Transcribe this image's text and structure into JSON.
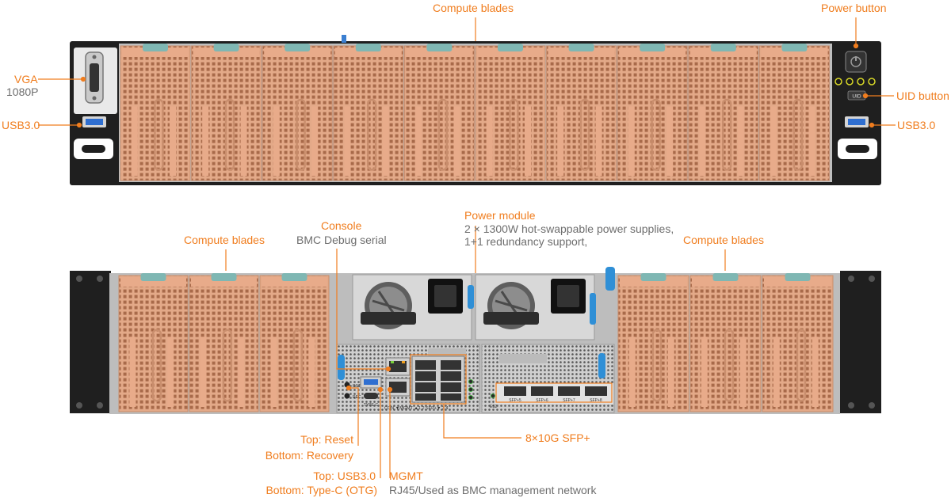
{
  "labels": {
    "front_blades": "Compute blades",
    "power_button": "Power button",
    "vga": "VGA",
    "vga_res": "1080P",
    "usb_left": "USB3.0",
    "usb_right": "USB3.0",
    "uid_button": "UID button",
    "console": "Console",
    "console_sub": "BMC Debug serial",
    "power_module": "Power module",
    "power_module_sub1": "2 × 1300W hot-swappable power supplies,",
    "power_module_sub2": "1+1 redundancy support,",
    "rear_blades_left": "Compute blades",
    "rear_blades_right": "Compute blades",
    "reset_top": "Top: Reset",
    "reset_bottom": "Bottom: Recovery",
    "sfp": "8×10G SFP+",
    "usb_top": "Top: USB3.0",
    "usb_bottom": "Bottom: Type-C (OTG)",
    "mgmt": "MGMT",
    "mgmt_sub": "RJ45/Used as BMC management network"
  },
  "panel": {
    "uid_tag": "UID",
    "rst": "RST",
    "rec": "REC",
    "type_c": "TYPE-C",
    "port_strip": "CON  ▼MGMT  ▲1  2  SFP+▼  3  4",
    "es2": "ES2",
    "sfp_ports": [
      "SFP+5",
      "SFP+6",
      "SFP+7",
      "SFP+8"
    ]
  },
  "colors": {
    "accent": "#f07d1e",
    "blade": "#e8ab8a",
    "handle": "#7fb7b3",
    "chassis": "#1f1f1f"
  }
}
